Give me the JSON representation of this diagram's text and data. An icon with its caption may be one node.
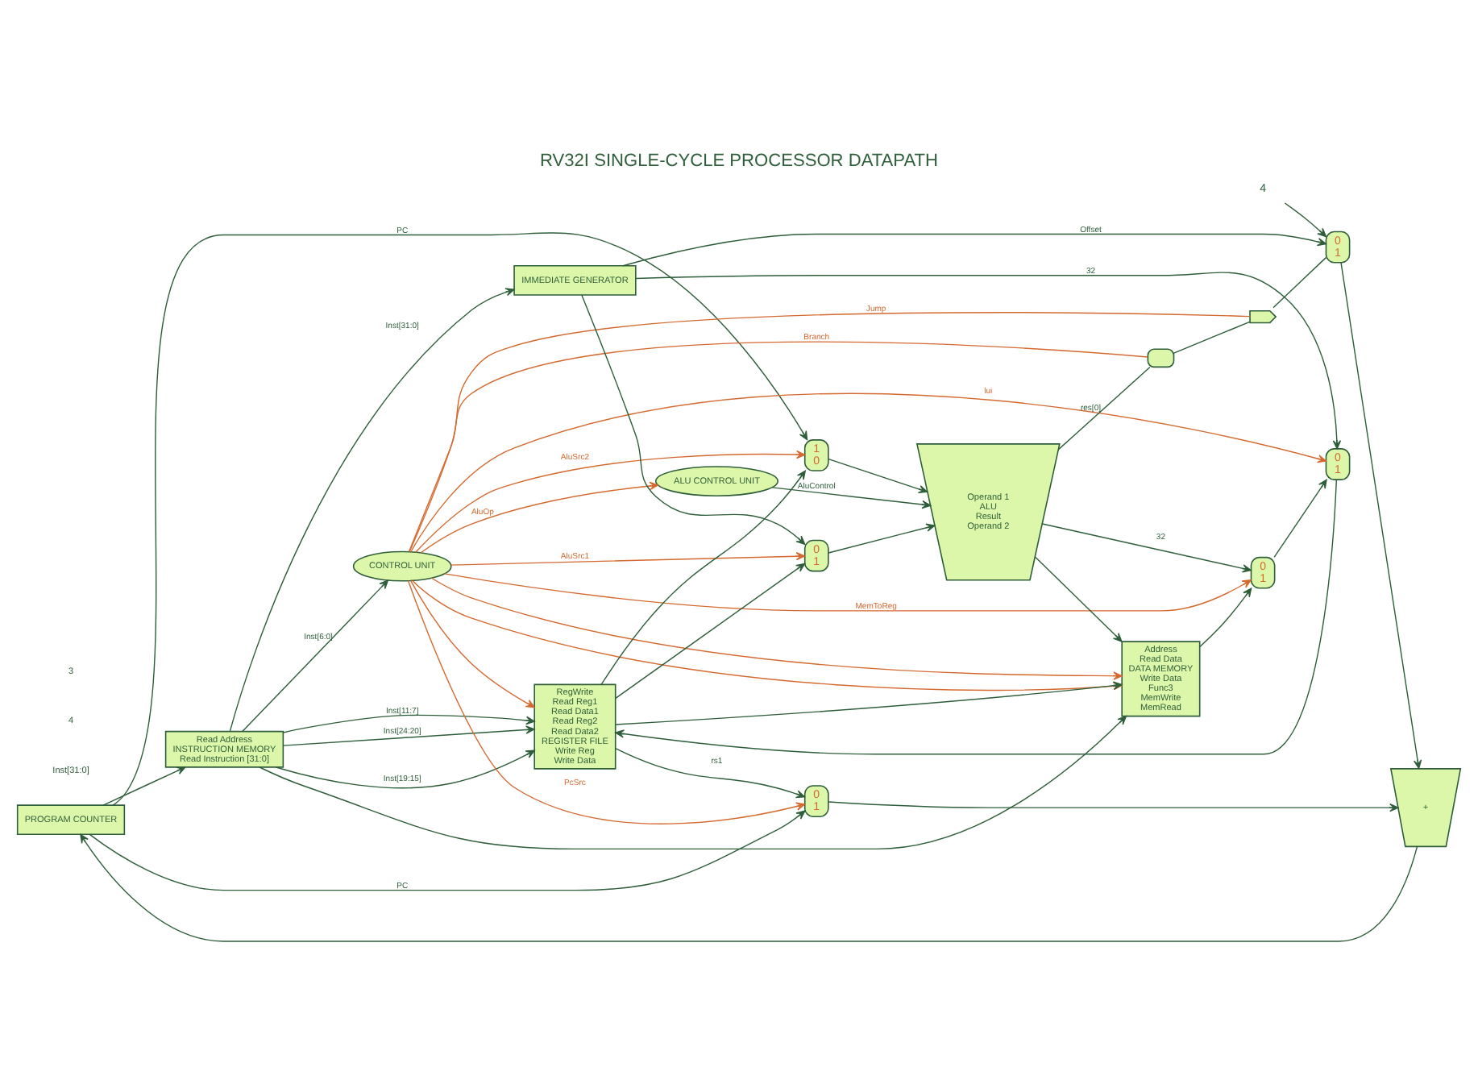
{
  "diagram": {
    "title": "RV32I SINGLE-CYCLE PROCESSOR DATAPATH",
    "nodes": [
      {
        "text": [
          "PROGRAM COUNTER"
        ]
      },
      {
        "text": [
          "Read Address",
          "INSTRUCTION MEMORY",
          "Read Instruction [31:0]"
        ]
      },
      {
        "text": [
          "CONTROL UNIT"
        ]
      },
      {
        "text": [
          "RegWrite",
          "Read Reg1",
          "Read Data1",
          "Read Reg2",
          "Read Data2",
          "REGISTER FILE",
          "Write Reg",
          "Write Data"
        ]
      },
      {
        "text": [
          "IMMEDIATE GENERATOR"
        ]
      },
      {
        "text": [
          "0",
          "1"
        ]
      },
      {
        "text": [
          "1",
          "0"
        ]
      },
      {
        "text": [
          "0",
          "1"
        ]
      },
      {
        "text": [
          "Operand 1",
          "ALU",
          "Result",
          "Operand 2"
        ]
      },
      {
        "text": [
          "ALU CONTROL UNIT"
        ]
      },
      {
        "text": [
          "Address",
          "Read Data",
          "DATA MEMORY",
          "Write Data",
          "Func3",
          "MemWrite",
          "MemRead"
        ]
      },
      {
        "text": [
          "0",
          "1"
        ]
      },
      {
        "text": [
          "0",
          "1"
        ]
      },
      {
        "text": [
          "0",
          "1"
        ]
      },
      {
        "text": [
          "+"
        ]
      },
      {
        "text": [],
        "shape": "gate"
      },
      {
        "text": [],
        "shape": "gate"
      },
      {
        "text": [
          "4"
        ]
      }
    ],
    "edges": [
      {
        "from": 14,
        "to": 0,
        "arrow": "to"
      },
      {
        "from": 0,
        "to": 1,
        "arrow": "to"
      },
      {
        "from": 0,
        "to": 12,
        "arrow": "to",
        "label": "PC"
      },
      {
        "from": 0,
        "to": 6,
        "arrow": "to",
        "label": "PC"
      },
      {
        "from": 1,
        "to": 2,
        "arrow": "to",
        "label": "Inst[6:0]"
      },
      {
        "from": 1,
        "to": 3,
        "arrow": "to",
        "label": "Inst[19:15]"
      },
      {
        "from": 1,
        "to": 3,
        "arrow": "to",
        "label": "Inst[24:20]"
      },
      {
        "from": 1,
        "to": 3,
        "arrow": "to",
        "label": "Inst[11:7]"
      },
      {
        "from": 1,
        "to": 4,
        "arrow": "to",
        "label": "Inst[31:0]"
      },
      {
        "from": 1,
        "to": 10,
        "arrow": "to"
      },
      {
        "from": 4,
        "to": 5,
        "arrow": "to",
        "label": "32"
      },
      {
        "from": 4,
        "to": 13,
        "arrow": "to",
        "label": "Offset"
      },
      {
        "from": 4,
        "to": 7,
        "arrow": "to"
      },
      {
        "from": 11,
        "to": 5,
        "arrow": "to"
      },
      {
        "from": 5,
        "to": 3,
        "arrow": "to"
      },
      {
        "from": 3,
        "to": 6,
        "arrow": "to"
      },
      {
        "from": 3,
        "to": 12,
        "arrow": "to",
        "label": "rs1"
      },
      {
        "from": 3,
        "to": 7,
        "arrow": "to"
      },
      {
        "from": 3,
        "to": 10,
        "arrow": "to"
      },
      {
        "from": 6,
        "to": 8,
        "arrow": "to"
      },
      {
        "from": 7,
        "to": 8,
        "arrow": "to"
      },
      {
        "from": 8,
        "to": 10,
        "arrow": "to"
      },
      {
        "from": 8,
        "to": 11,
        "arrow": "to",
        "label": "32"
      },
      {
        "from": 8,
        "to": 15,
        "arrow": "none",
        "label": "res[0]"
      },
      {
        "from": 10,
        "to": 11,
        "arrow": "to"
      },
      {
        "from": 9,
        "to": 8,
        "arrow": "to",
        "label": "AluControl"
      },
      {
        "from": 12,
        "to": 14,
        "arrow": "to"
      },
      {
        "from": 13,
        "to": 14,
        "arrow": "to"
      },
      {
        "from": 17,
        "to": 13,
        "arrow": "to"
      },
      {
        "from": 15,
        "to": 16,
        "arrow": "none"
      },
      {
        "from": 16,
        "to": 13,
        "arrow": "none"
      },
      {
        "from": 2,
        "to": 5,
        "arrow": "to",
        "label": "lui",
        "color": "#d4692f"
      },
      {
        "from": 2,
        "to": 12,
        "arrow": "to",
        "label": "PcSrc",
        "color": "#d4692f"
      },
      {
        "from": 2,
        "to": 6,
        "arrow": "to",
        "label": "AluSrc2",
        "color": "#d4692f"
      },
      {
        "from": 2,
        "to": 7,
        "arrow": "to",
        "label": "AluSrc1",
        "color": "#d4692f"
      },
      {
        "from": 2,
        "to": 3,
        "arrow": "to",
        "color": "#d4692f"
      },
      {
        "from": 2,
        "to": 10,
        "arrow": "to",
        "color": "#d4692f"
      },
      {
        "from": 2,
        "to": 10,
        "arrow": "to",
        "color": "#d4692f"
      },
      {
        "from": 2,
        "to": 11,
        "arrow": "to",
        "label": "MemToReg",
        "color": "#d4692f"
      },
      {
        "from": 2,
        "to": 9,
        "arrow": "to",
        "label": "AluOp",
        "color": "#d4692f"
      },
      {
        "from": 2,
        "to": 16,
        "arrow": "none",
        "label": "Jump",
        "color": "#d4692f"
      },
      {
        "from": 2,
        "to": 15,
        "arrow": "none",
        "label": "Branch",
        "color": "#d4692f"
      }
    ],
    "labels": [
      "Inst[31:0]",
      "4",
      "3"
    ]
  }
}
